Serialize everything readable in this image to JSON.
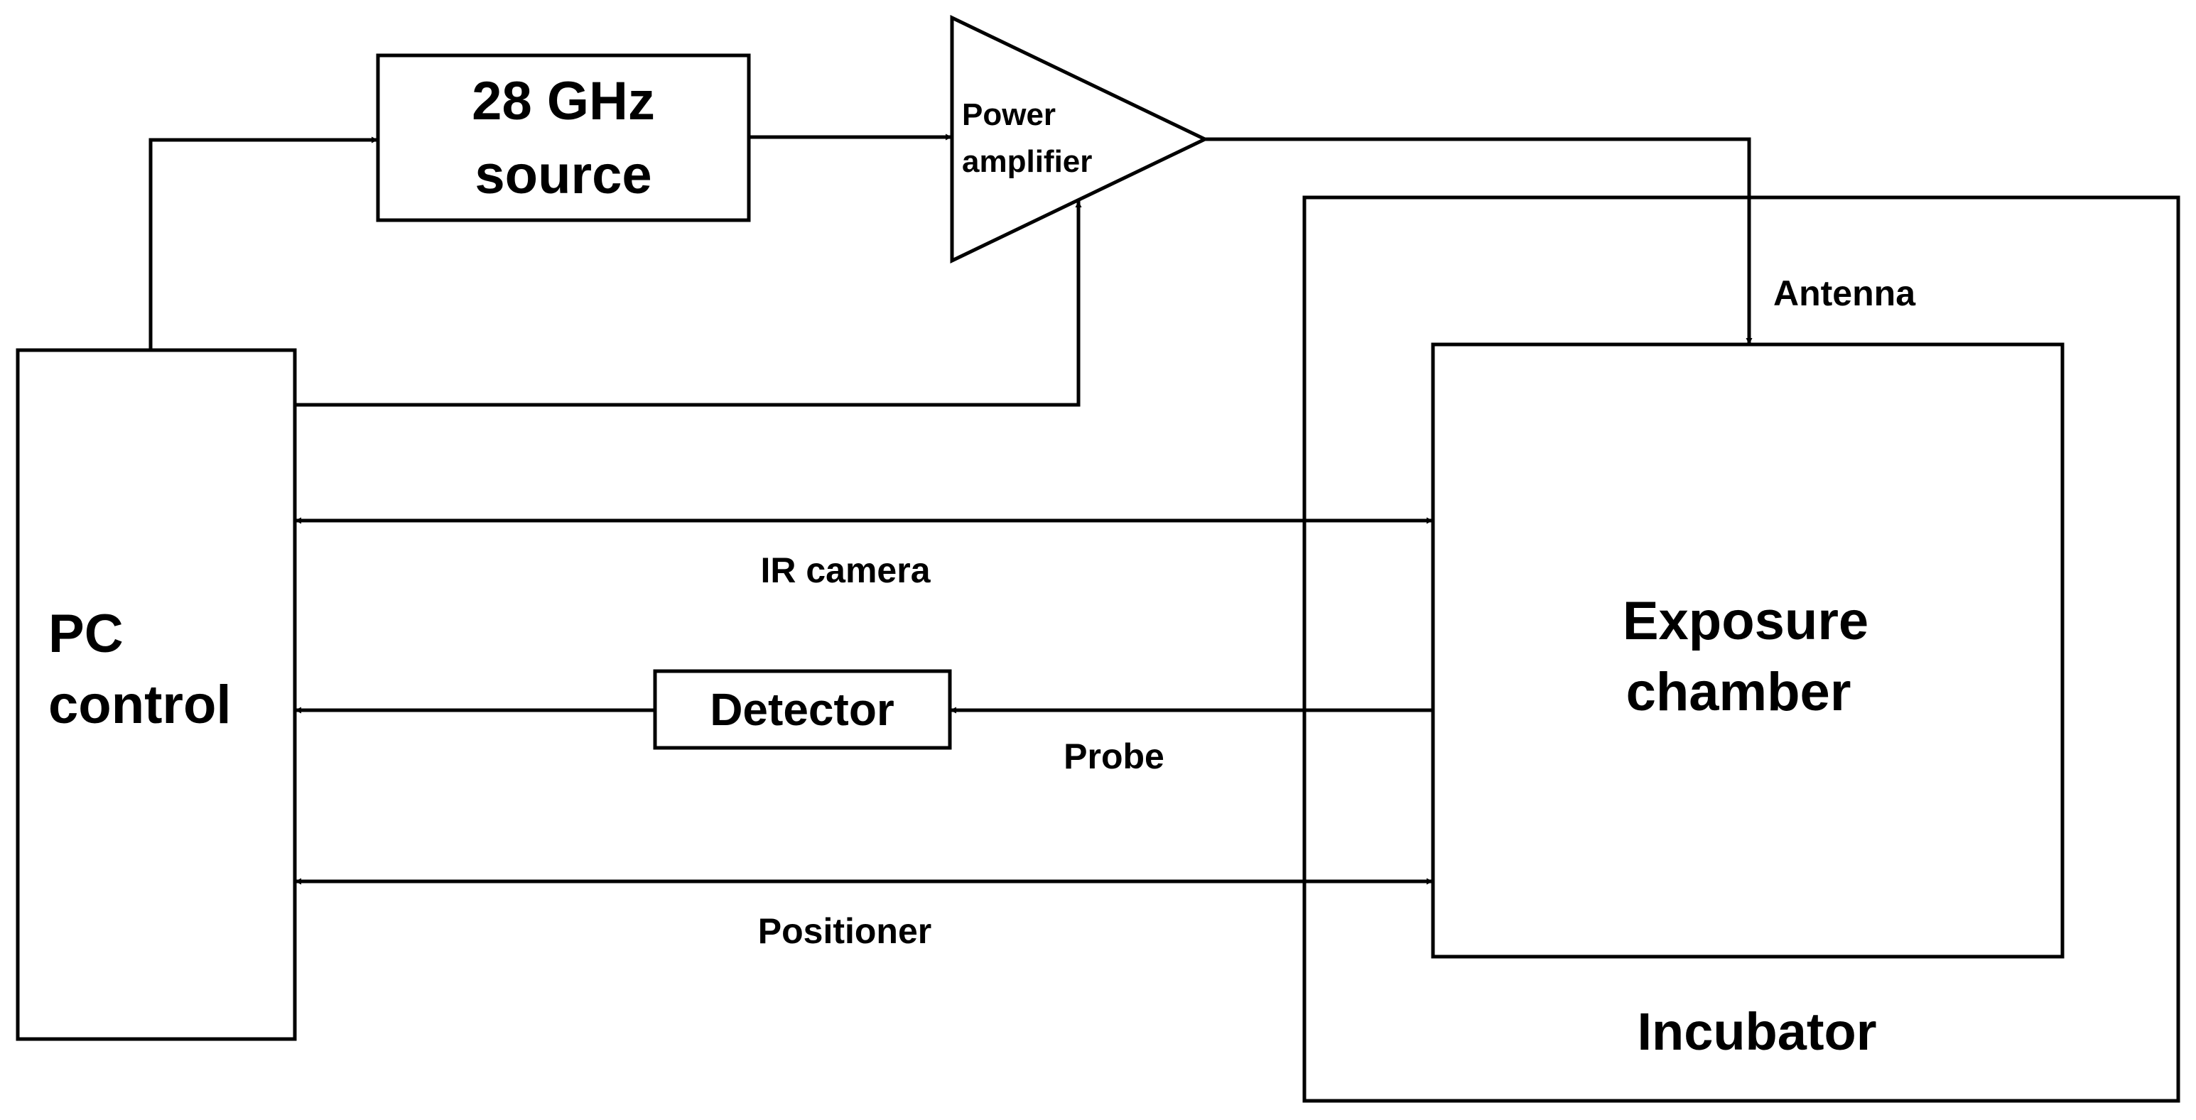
{
  "blocks": {
    "source_line1": "28 GHz",
    "source_line2": "source",
    "amp_line1": "Power",
    "amp_line2": "amplifier",
    "pc_line1": "PC",
    "pc_line2": "control",
    "detector": "Detector",
    "chamber_line1": "Exposure",
    "chamber_line2": "chamber",
    "incubator": "Incubator"
  },
  "connections": {
    "antenna": "Antenna",
    "ir_camera": "IR camera",
    "probe": "Probe",
    "positioner": "Positioner"
  },
  "colors": {
    "stroke": "#000000",
    "background": "#ffffff"
  }
}
